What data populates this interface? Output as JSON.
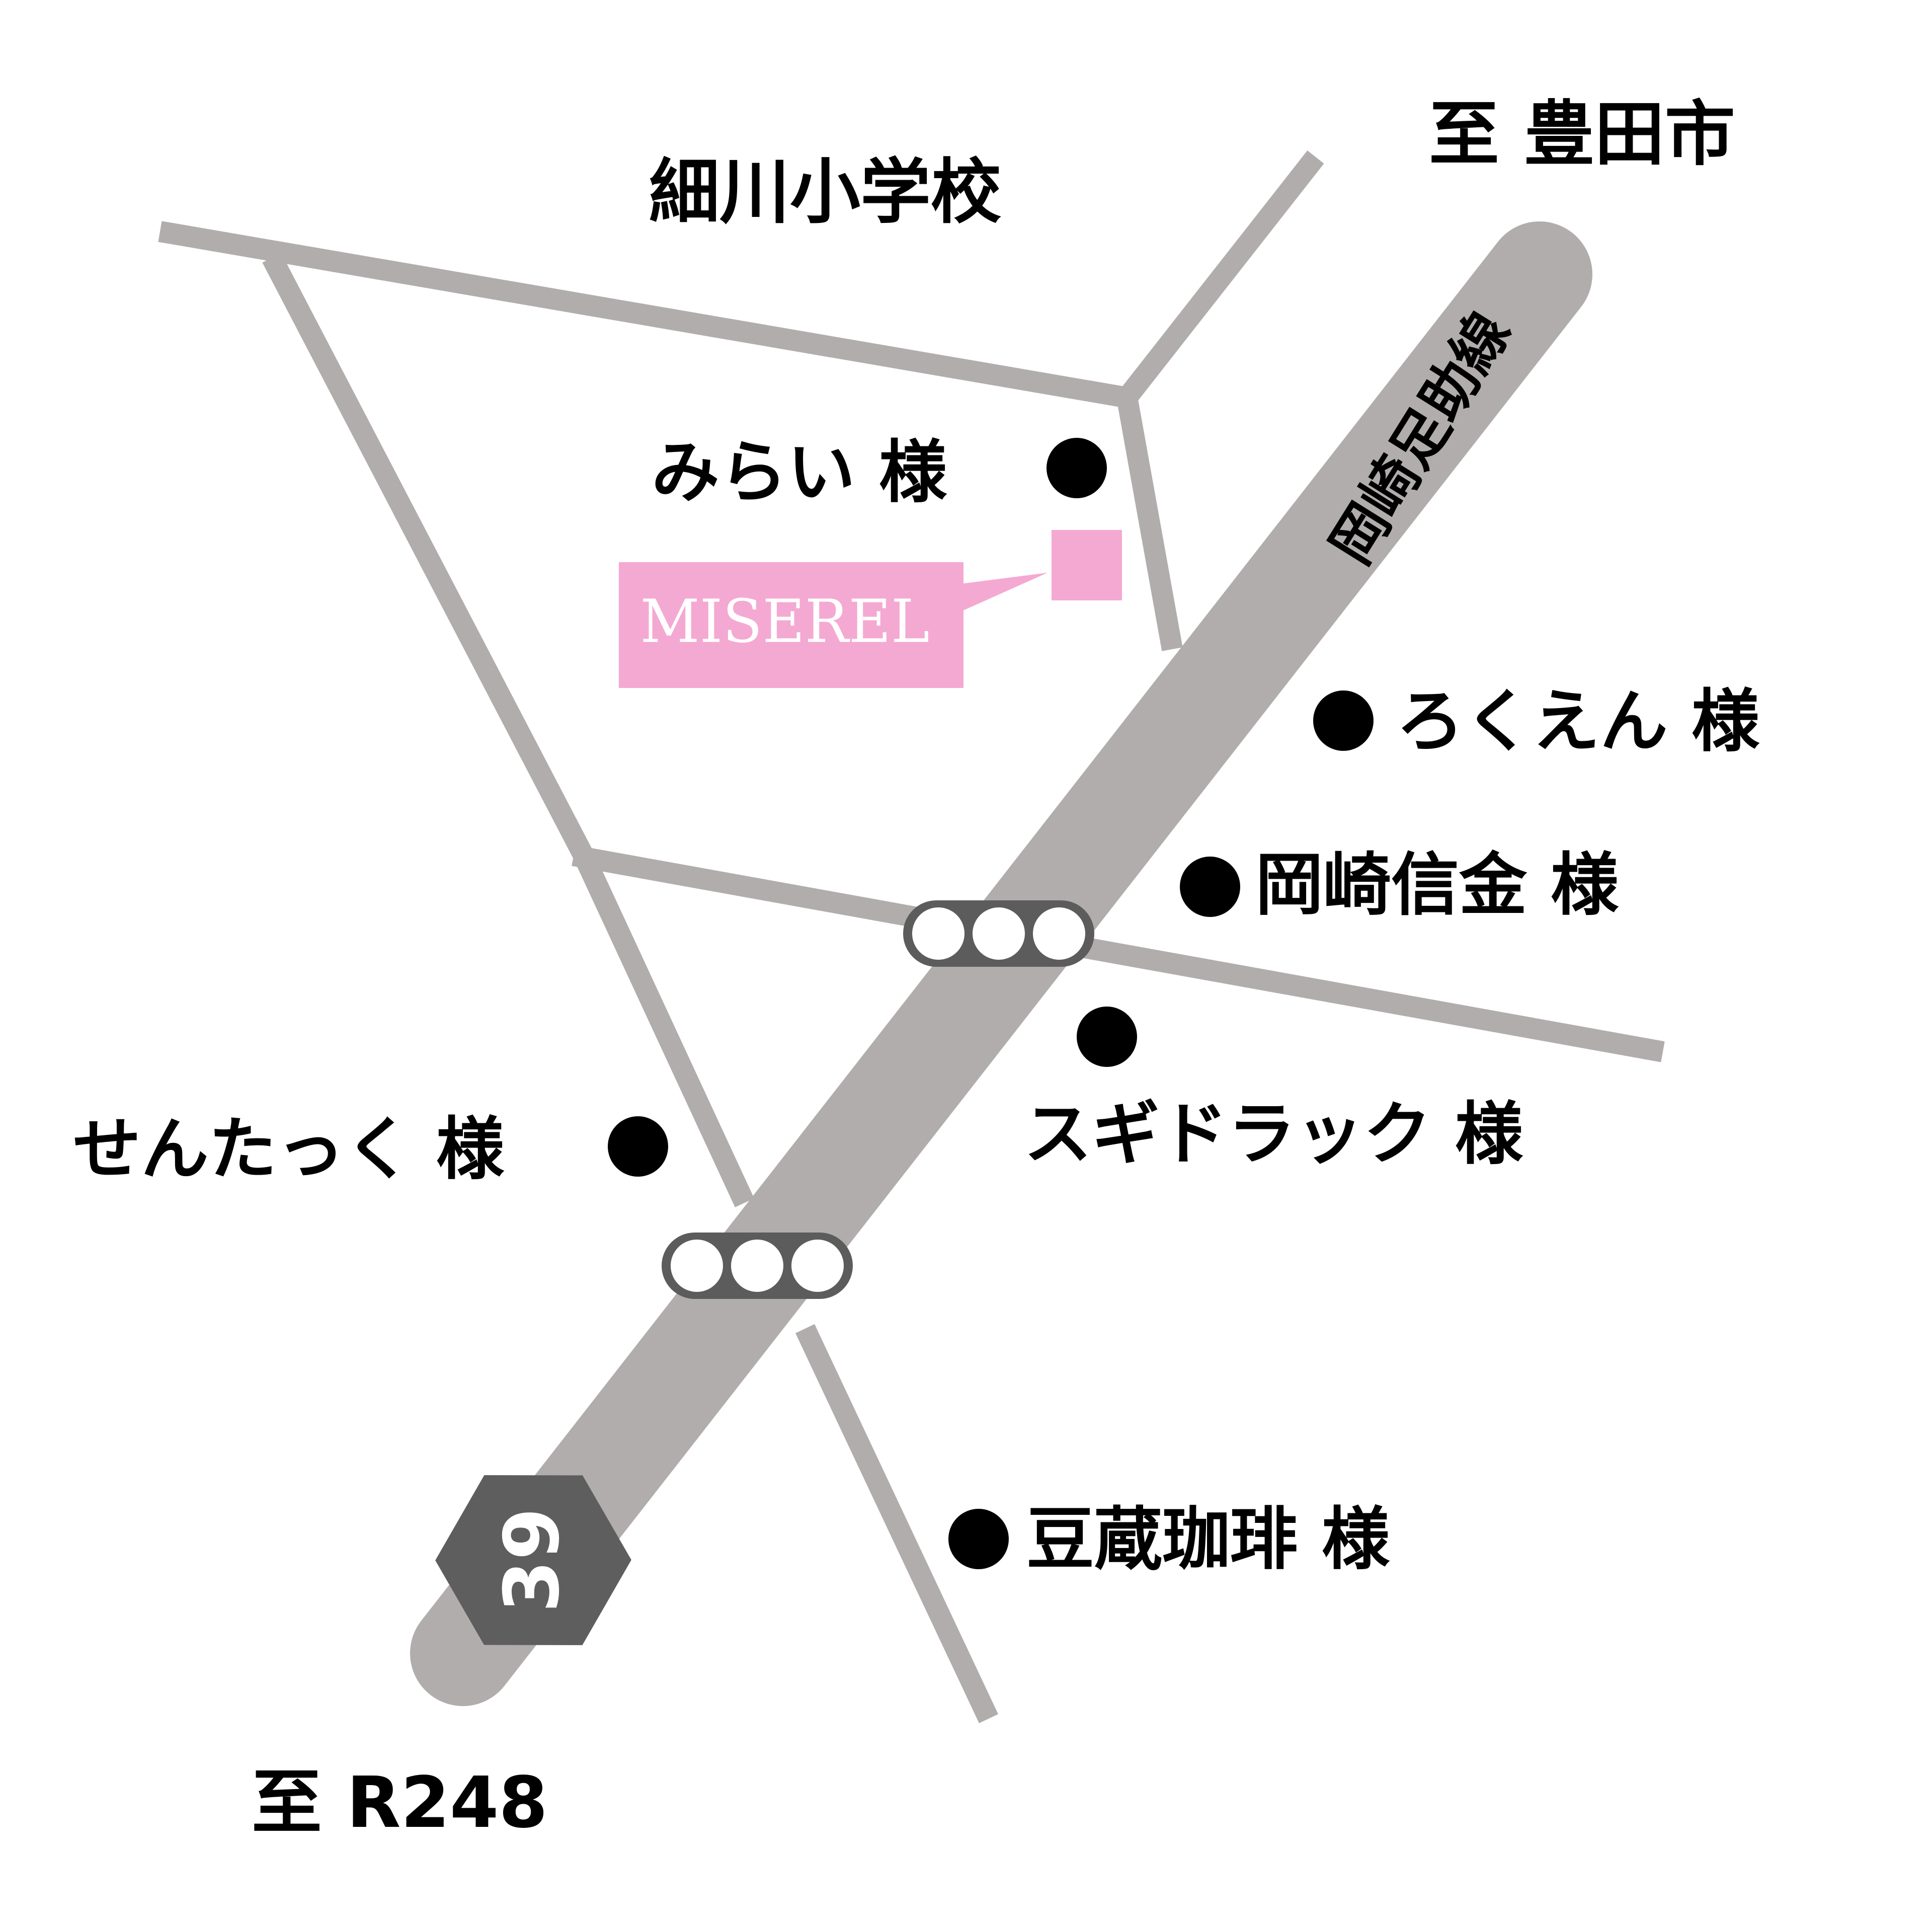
{
  "map": {
    "colors": {
      "background": "#ffffff",
      "road": "#b1adad",
      "main_road": "#b1adad",
      "signal_body": "#5c5c5c",
      "route_sign": "#5e5e5e",
      "highlight": "#f4a9d2",
      "text": "#000000"
    },
    "directions": {
      "north_east": "至 豊田市",
      "south_west": "至 R248"
    },
    "main_road": {
      "name": "岡崎足助線",
      "route_number": "39"
    },
    "school": "細川小学校",
    "destination": {
      "name": "MISEREL"
    },
    "landmarks": [
      {
        "label": "みらい 様"
      },
      {
        "label": "ろくえん 様"
      },
      {
        "label": "岡崎信金 様"
      },
      {
        "label": "スギドラック 様"
      },
      {
        "label": "せんたっく 様"
      },
      {
        "label": "豆蔵珈琲 様"
      }
    ],
    "signals": [
      {
        "name": "traffic-signal-north"
      },
      {
        "name": "traffic-signal-south"
      }
    ]
  }
}
